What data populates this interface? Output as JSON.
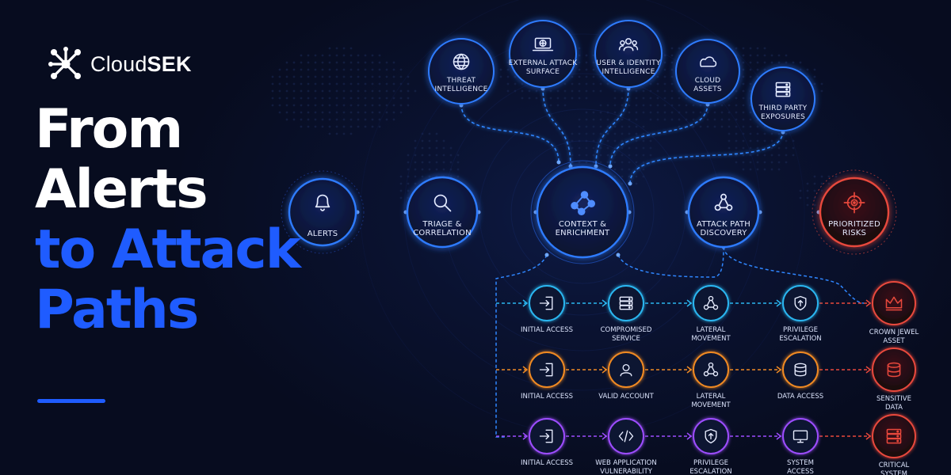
{
  "brand": {
    "name_light": "Cloud",
    "name_bold": "SEK"
  },
  "headline": {
    "line1": "From",
    "line2": "Alerts",
    "line3": "to Attack",
    "line4": "Paths"
  },
  "colors": {
    "headline_accent": "#1f5cff",
    "flow_blue": "#2f7bff",
    "path_cyan": "#2bb6f0",
    "path_orange": "#f08a24",
    "path_purple": "#9d4dff",
    "risk_red": "#e8483c"
  },
  "sources": [
    {
      "id": "threat-intelligence",
      "icon": "globe-icon",
      "line1": "THREAT",
      "line2": "INTELLIGENCE"
    },
    {
      "id": "external-attack-surface",
      "icon": "laptop-globe-icon",
      "line1": "EXTERNAL ATTACK",
      "line2": "SURFACE"
    },
    {
      "id": "user-identity-intelligence",
      "icon": "users-icon",
      "line1": "USER & IDENTITY",
      "line2": "INTELLIGENCE"
    },
    {
      "id": "cloud-assets",
      "icon": "cloud-icon",
      "line1": "CLOUD",
      "line2": "ASSETS"
    },
    {
      "id": "third-party-exposures",
      "icon": "server-icon",
      "line1": "THIRD PARTY",
      "line2": "EXPOSURES"
    }
  ],
  "flow": [
    {
      "id": "alerts",
      "icon": "bell-icon",
      "line1": "ALERTS",
      "line2": ""
    },
    {
      "id": "triage-correlation",
      "icon": "magnifier-icon",
      "line1": "TRIAGE &",
      "line2": "CORRELATION"
    },
    {
      "id": "context-enrichment",
      "icon": "network-icon",
      "line1": "CONTEXT &",
      "line2": "ENRICHMENT"
    },
    {
      "id": "attack-path-discovery",
      "icon": "share-nodes-icon",
      "line1": "ATTACK PATH",
      "line2": "DISCOVERY"
    },
    {
      "id": "prioritized-risks",
      "icon": "target-icon",
      "line1": "PRIORITIZED",
      "line2": "RISKS"
    }
  ],
  "paths": [
    {
      "color": "cyan",
      "steps": [
        {
          "icon": "login-icon",
          "line1": "INITIAL ACCESS",
          "line2": ""
        },
        {
          "icon": "server-icon",
          "line1": "COMPROMISED",
          "line2": "SERVICE"
        },
        {
          "icon": "share-nodes-icon",
          "line1": "LATERAL",
          "line2": "MOVEMENT"
        },
        {
          "icon": "shield-arrow-icon",
          "line1": "PRIVILEGE",
          "line2": "ESCALATION"
        },
        {
          "icon": "crown-icon",
          "line1": "CROWN JEWEL",
          "line2": "ASSET"
        }
      ]
    },
    {
      "color": "orange",
      "steps": [
        {
          "icon": "login-icon",
          "line1": "INITIAL ACCESS",
          "line2": ""
        },
        {
          "icon": "user-icon",
          "line1": "VALID ACCOUNT",
          "line2": ""
        },
        {
          "icon": "share-nodes-icon",
          "line1": "LATERAL",
          "line2": "MOVEMENT"
        },
        {
          "icon": "database-icon",
          "line1": "DATA ACCESS",
          "line2": ""
        },
        {
          "icon": "database-icon",
          "line1": "SENSITIVE",
          "line2": "DATA"
        }
      ]
    },
    {
      "color": "purple",
      "steps": [
        {
          "icon": "login-icon",
          "line1": "INITIAL ACCESS",
          "line2": ""
        },
        {
          "icon": "code-icon",
          "line1": "WEB APPLICATION",
          "line2": "VULNERABILITY"
        },
        {
          "icon": "shield-arrow-icon",
          "line1": "PRIVILEGE",
          "line2": "ESCALATION"
        },
        {
          "icon": "monitor-icon",
          "line1": "SYSTEM",
          "line2": "ACCESS"
        },
        {
          "icon": "server-icon",
          "line1": "CRITICAL",
          "line2": "SYSTEM"
        }
      ]
    }
  ]
}
